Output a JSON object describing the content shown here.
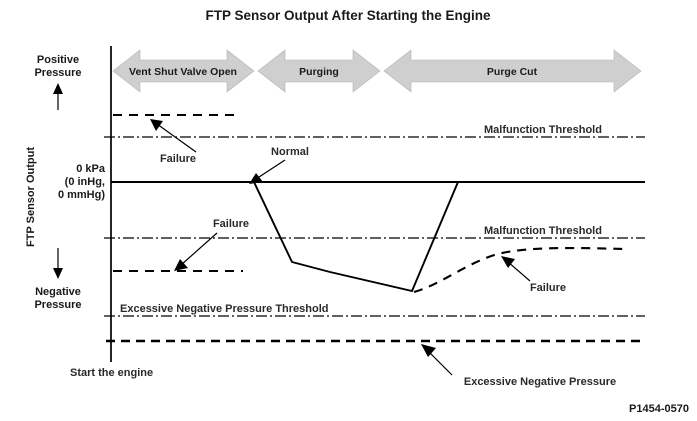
{
  "figure": {
    "title": "FTP Sensor Output After Starting the Engine",
    "code": "P1454-0570",
    "start_label": "Start the engine"
  },
  "axis": {
    "positive_pressure": "Positive\nPressure",
    "positive_pressure_line1": "Positive",
    "positive_pressure_line2": "Pressure",
    "negative_pressure_line1": "Negative",
    "negative_pressure_line2": "Pressure",
    "vertical_title": "FTP Sensor Output",
    "zero_line1": "0 kPa",
    "zero_line2": "(0 inHg,",
    "zero_line3": "0 mmHg)"
  },
  "phases": [
    {
      "label": "Vent Shut Valve Open"
    },
    {
      "label": "Purging"
    },
    {
      "label": "Purge Cut"
    }
  ],
  "thresholds": [
    {
      "name": "malfunction-threshold-upper",
      "label": "Malfunction Threshold"
    },
    {
      "name": "malfunction-threshold-lower",
      "label": "Malfunction Threshold"
    },
    {
      "name": "excessive-negative-pressure-threshold",
      "label": "Excessive Negative Pressure Threshold"
    }
  ],
  "annotations": [
    {
      "name": "failure-upper",
      "label": "Failure"
    },
    {
      "name": "normal",
      "label": "Normal"
    },
    {
      "name": "failure-lower-left",
      "label": "Failure"
    },
    {
      "name": "failure-lower-right",
      "label": "Failure"
    },
    {
      "name": "excessive-negative-pressure",
      "label": "Excessive Negative Pressure"
    }
  ],
  "chart_data": {
    "type": "line",
    "title": "FTP Sensor Output After Starting the Engine",
    "xlabel": "",
    "ylabel": "FTP Sensor Output",
    "grid": false,
    "legend": "none",
    "x_axis_note": "Time from engine start (unitless); phases: Vent Shut Valve Open, Purging, Purge Cut",
    "y_axis_note": "Pressure, positive upward, negative downward; zero reference at 0 kPa (0 inHg, 0 mmHg)",
    "reference_lines": [
      {
        "name": "Malfunction Threshold (positive)",
        "y": 1.55,
        "style": "dash-dot"
      },
      {
        "name": "0 kPa (0 inHg, 0 mmHg)",
        "y": 0.0,
        "style": "solid"
      },
      {
        "name": "Malfunction Threshold (negative)",
        "y": -1.95,
        "style": "dash-dot"
      },
      {
        "name": "Excessive Negative Pressure Threshold",
        "y": -4.7,
        "style": "dash-dot"
      }
    ],
    "series": [
      {
        "name": "Normal",
        "style": "solid",
        "points": [
          {
            "x": 0.0,
            "y": 0.0
          },
          {
            "x": 5.0,
            "y": 0.0
          },
          {
            "x": 7.7,
            "y": -2.8
          },
          {
            "x": 13.0,
            "y": -3.5
          },
          {
            "x": 15.6,
            "y": -3.9
          },
          {
            "x": 19.0,
            "y": 0.0
          },
          {
            "x": 38.0,
            "y": 0.0
          }
        ]
      },
      {
        "name": "Failure (positive, vent shut valve open phase)",
        "style": "dashed",
        "points": [
          {
            "x": 0.0,
            "y": 2.4
          },
          {
            "x": 9.0,
            "y": 2.4
          }
        ]
      },
      {
        "name": "Failure (negative, vent shut valve open phase)",
        "style": "dashed",
        "points": [
          {
            "x": 0.0,
            "y": -3.1
          },
          {
            "x": 9.2,
            "y": -3.1
          }
        ]
      },
      {
        "name": "Failure (purge cut phase)",
        "style": "dashed",
        "points": [
          {
            "x": 15.8,
            "y": -3.9
          },
          {
            "x": 21.0,
            "y": -2.9
          },
          {
            "x": 26.0,
            "y": -2.35
          },
          {
            "x": 31.0,
            "y": -2.2
          },
          {
            "x": 37.5,
            "y": -2.1
          }
        ]
      },
      {
        "name": "Excessive Negative Pressure",
        "style": "thick-dashed",
        "points": [
          {
            "x": 0.0,
            "y": -6.0
          },
          {
            "x": 38.0,
            "y": -6.0
          }
        ]
      }
    ]
  }
}
